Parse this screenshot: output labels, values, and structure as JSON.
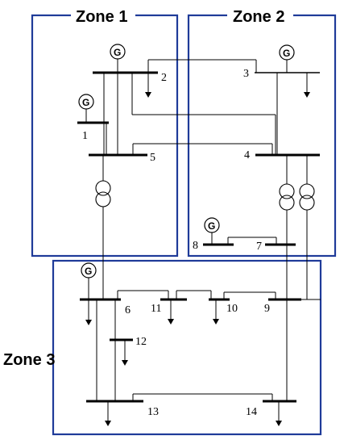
{
  "zones": [
    {
      "id": "zone-1",
      "label": "Zone 1"
    },
    {
      "id": "zone-2",
      "label": "Zone 2"
    },
    {
      "id": "zone-3",
      "label": "Zone 3"
    }
  ],
  "buses": [
    {
      "id": "bus-1",
      "label": "1"
    },
    {
      "id": "bus-2",
      "label": "2"
    },
    {
      "id": "bus-3",
      "label": "3"
    },
    {
      "id": "bus-4",
      "label": "4"
    },
    {
      "id": "bus-5",
      "label": "5"
    },
    {
      "id": "bus-6",
      "label": "6"
    },
    {
      "id": "bus-7",
      "label": "7"
    },
    {
      "id": "bus-8",
      "label": "8"
    },
    {
      "id": "bus-9",
      "label": "9"
    },
    {
      "id": "bus-10",
      "label": "10"
    },
    {
      "id": "bus-11",
      "label": "11"
    },
    {
      "id": "bus-12",
      "label": "12"
    },
    {
      "id": "bus-13",
      "label": "13"
    },
    {
      "id": "bus-14",
      "label": "14"
    }
  ],
  "generators": [
    {
      "id": "gen-bus-1",
      "letter": "G"
    },
    {
      "id": "gen-bus-2",
      "letter": "G"
    },
    {
      "id": "gen-bus-3",
      "letter": "G"
    },
    {
      "id": "gen-bus-6",
      "letter": "G"
    },
    {
      "id": "gen-bus-8",
      "letter": "G"
    }
  ],
  "colors": {
    "zone_border": "#1f3b99",
    "line": "#000000"
  },
  "icons": {
    "generator": "generator-icon",
    "transformer": "transformer-icon",
    "load": "load-arrow-icon"
  }
}
